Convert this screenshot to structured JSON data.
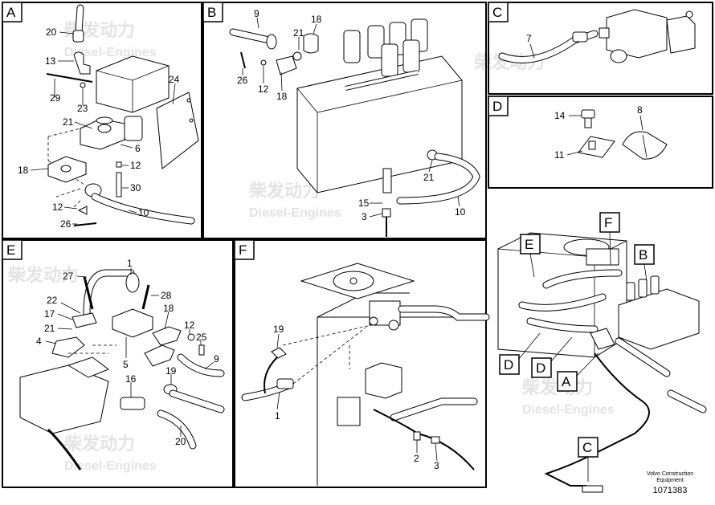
{
  "panels": {
    "A": {
      "label": "A",
      "callouts": [
        "20",
        "13",
        "29",
        "23",
        "24",
        "21",
        "6",
        "18",
        "12",
        "30",
        "12",
        "26",
        "10"
      ]
    },
    "B": {
      "label": "B",
      "callouts": [
        "9",
        "18",
        "21",
        "26",
        "12",
        "18",
        "21",
        "15",
        "3",
        "10"
      ]
    },
    "C": {
      "label": "C",
      "callouts": [
        "7"
      ]
    },
    "D": {
      "label": "D",
      "callouts": [
        "14",
        "11",
        "8"
      ]
    },
    "E": {
      "label": "E",
      "callouts": [
        "27",
        "1",
        "22",
        "28",
        "17",
        "18",
        "21",
        "12",
        "4",
        "25",
        "5",
        "9",
        "16",
        "19",
        "20"
      ]
    },
    "F": {
      "label": "F",
      "callouts": [
        "19",
        "1",
        "2",
        "3"
      ]
    }
  },
  "overview": {
    "labels": [
      "E",
      "F",
      "B",
      "D",
      "D",
      "A",
      "C"
    ]
  },
  "watermark": {
    "brand": "柴发动力",
    "sub": "Diesel-Engines"
  },
  "footer": {
    "line1": "Volvo Construction",
    "line2": "Equipment",
    "code": "1071383"
  }
}
